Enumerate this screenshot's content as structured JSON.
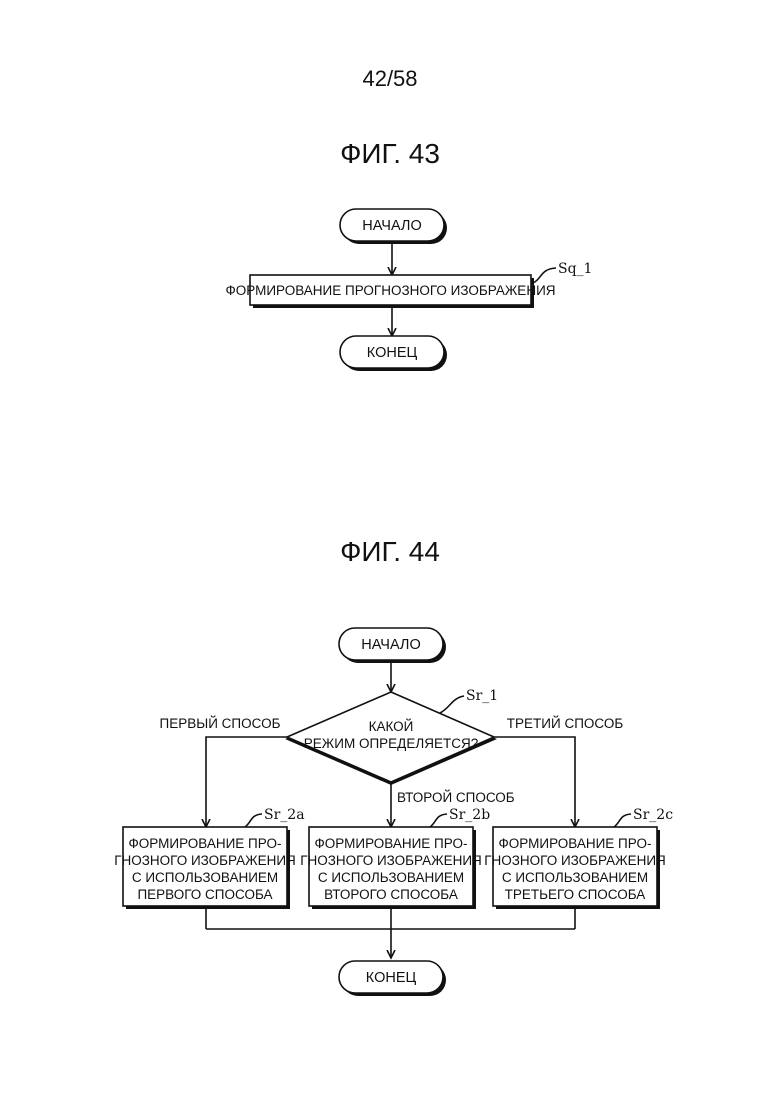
{
  "page_number": "42/58",
  "fig43": {
    "title": "ФИГ. 43",
    "start": "НАЧАЛО",
    "step": {
      "text": "ФОРМИРОВАНИЕ ПРОГНОЗНОГО ИЗОБРАЖЕНИЯ",
      "ref": "Sq_1"
    },
    "end": "КОНЕЦ"
  },
  "fig44": {
    "title": "ФИГ. 44",
    "start": "НАЧАЛО",
    "decision": {
      "lines": [
        "КАКОЙ",
        "РЕЖИМ ОПРЕДЕЛЯЕТСЯ?"
      ],
      "ref": "Sr_1"
    },
    "branch_labels": {
      "left": "ПЕРВЫЙ СПОСОБ",
      "middle": "ВТОРОЙ СПОСОБ",
      "right": "ТРЕТИЙ СПОСОБ"
    },
    "boxes": [
      {
        "ref": "Sr_2a",
        "lines": [
          "ФОРМИРОВАНИЕ ПРО-",
          "ГНОЗНОГО ИЗОБРАЖЕНИЯ",
          "С ИСПОЛЬЗОВАНИЕМ",
          "ПЕРВОГО СПОСОБА"
        ]
      },
      {
        "ref": "Sr_2b",
        "lines": [
          "ФОРМИРОВАНИЕ ПРО-",
          "ГНОЗНОГО ИЗОБРАЖЕНИЯ",
          "С ИСПОЛЬЗОВАНИЕМ",
          "ВТОРОГО СПОСОБА"
        ]
      },
      {
        "ref": "Sr_2c",
        "lines": [
          "ФОРМИРОВАНИЕ ПРО-",
          "ГНОЗНОГО ИЗОБРАЖЕНИЯ",
          "С ИСПОЛЬЗОВАНИЕМ",
          "ТРЕТЬЕГО СПОСОБА"
        ]
      }
    ],
    "end": "КОНЕЦ"
  }
}
